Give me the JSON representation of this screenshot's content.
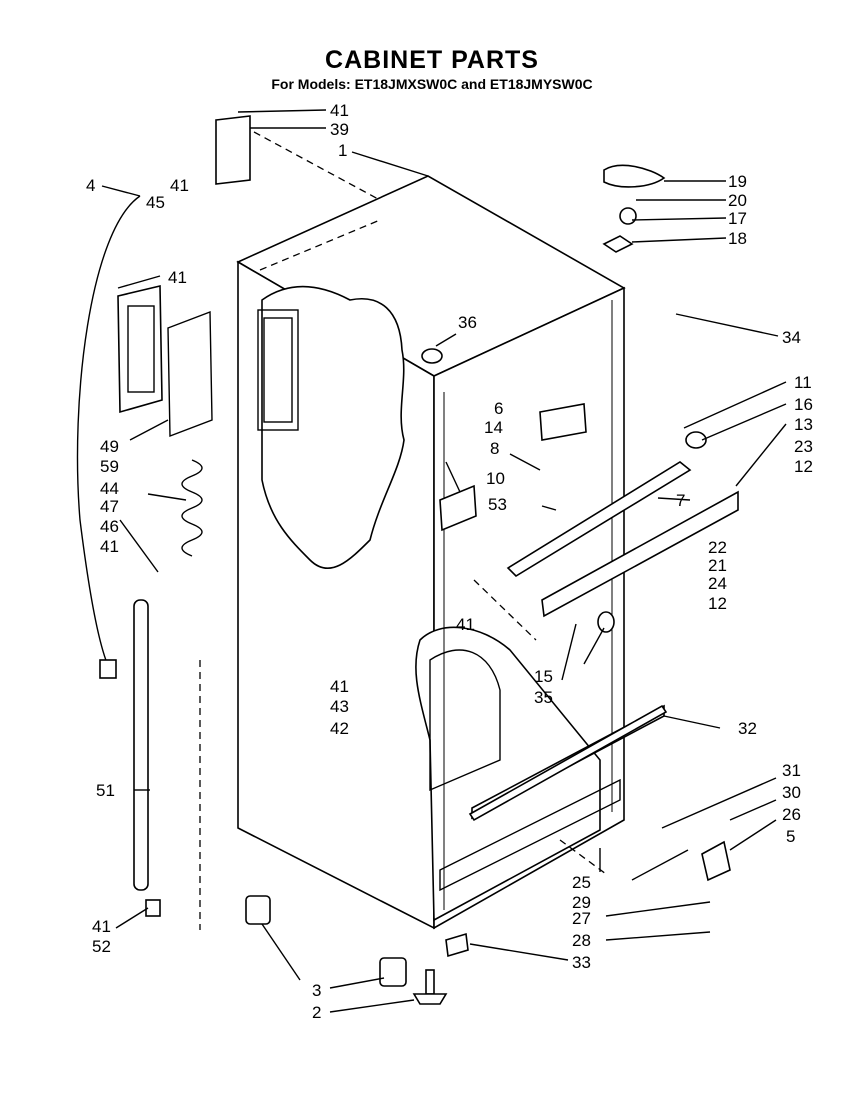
{
  "title": "CABINET PARTS",
  "subtitle": "For Models: ET18JMXSW0C and ET18JMYSW0C",
  "parts": {
    "p41a": "41",
    "p39": "39",
    "p1": "1",
    "p4": "4",
    "p41b": "41",
    "p45": "45",
    "p19": "19",
    "p20": "20",
    "p17": "17",
    "p18": "18",
    "p41c": "41",
    "p34": "34",
    "p36": "36",
    "p11": "11",
    "p6": "6",
    "p16": "16",
    "p14": "14",
    "p13": "13",
    "p23": "23",
    "p8": "8",
    "p12a": "12",
    "p10": "10",
    "p49": "49",
    "p59": "59",
    "p44": "44",
    "p53": "53",
    "p7": "7",
    "p47": "47",
    "p46": "46",
    "p41d": "41",
    "p22": "22",
    "p21": "21",
    "p24": "24",
    "p12b": "12",
    "p41e": "41",
    "p15": "15",
    "p35": "35",
    "p41f": "41",
    "p43": "43",
    "p42": "42",
    "p32": "32",
    "p51": "51",
    "p31": "31",
    "p30": "30",
    "p26": "26",
    "p5": "5",
    "p25": "25",
    "p29": "29",
    "p41g": "41",
    "p52": "52",
    "p27": "27",
    "p28": "28",
    "p33": "33",
    "p3": "3",
    "p2": "2"
  }
}
